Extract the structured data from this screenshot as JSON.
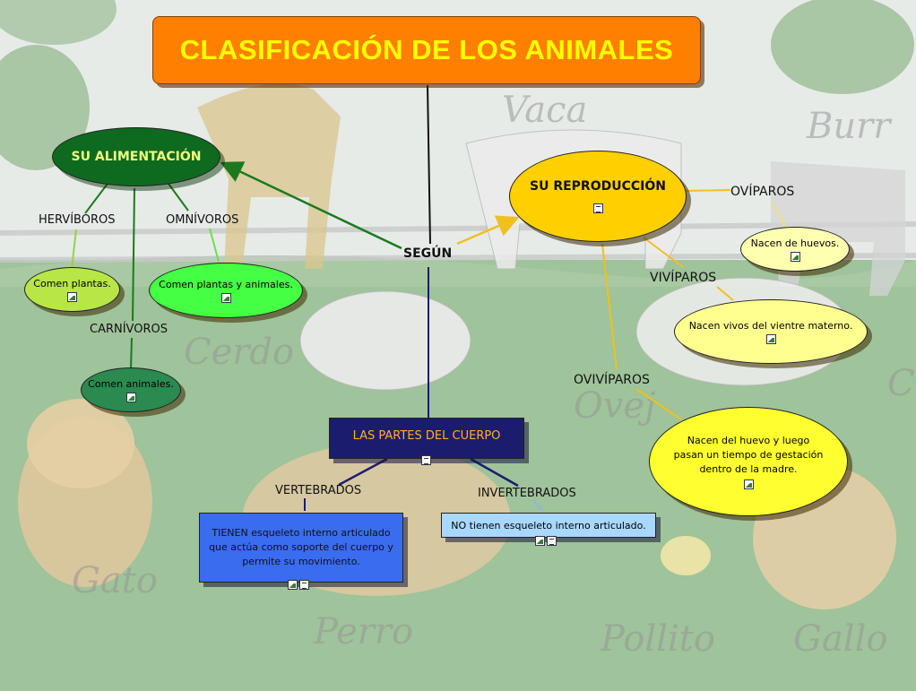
{
  "title": "CLASIFICACIÓN DE LOS ANIMALES",
  "connector": "SEGÚN",
  "alimentacion": {
    "label": "SU ALIMENTACIÓN",
    "herbivoros": "HERVÍBOROS",
    "omnivoros": "OMNÍVOROS",
    "carnivoros": "CARNÍVOROS",
    "herb_desc": "Comen plantas.",
    "omni_desc": "Comen plantas y animales.",
    "carn_desc": "Comen animales."
  },
  "reproduccion": {
    "label": "SU REPRODUCCIÓN",
    "oviparos": "OVÍPAROS",
    "viviparos": "VIVÍPAROS",
    "ovoviviparos": "OVIVÍPAROS",
    "ovi_desc": "Nacen de huevos.",
    "vivi_desc": "Nacen vivos del vientre materno.",
    "ovovivi_desc": "Nacen del huevo y luego pasan un tiempo de gestación dentro de la madre."
  },
  "cuerpo": {
    "label": "LAS PARTES DEL CUERPO",
    "vertebrados": "VERTEBRADOS",
    "invertebrados": "INVERTEBRADOS",
    "vert_desc": "TIENEN esqueleto interno articulado que actúa como soporte del cuerpo y permite su movimiento.",
    "invert_desc": "NO tienen esqueleto interno articulado."
  },
  "background_words": [
    "Vaca",
    "Burr",
    "Cerdo",
    "Ovej",
    "Gato",
    "Perro",
    "Pollito",
    "Gallo",
    "C"
  ],
  "colors": {
    "title_bg": "#ff7f00",
    "title_text": "#ffff00",
    "alimentacion_bg": "#0e6a1e",
    "reproduccion_bg": "#ffd000",
    "cuerpo_bg": "#1c1c6e",
    "vert_bg": "#3a6cf0",
    "invert_bg": "#a8d8ff",
    "green_line": "#1c7a1c",
    "yellow_line": "#f0c020",
    "navy_line": "#1c1c6e"
  }
}
